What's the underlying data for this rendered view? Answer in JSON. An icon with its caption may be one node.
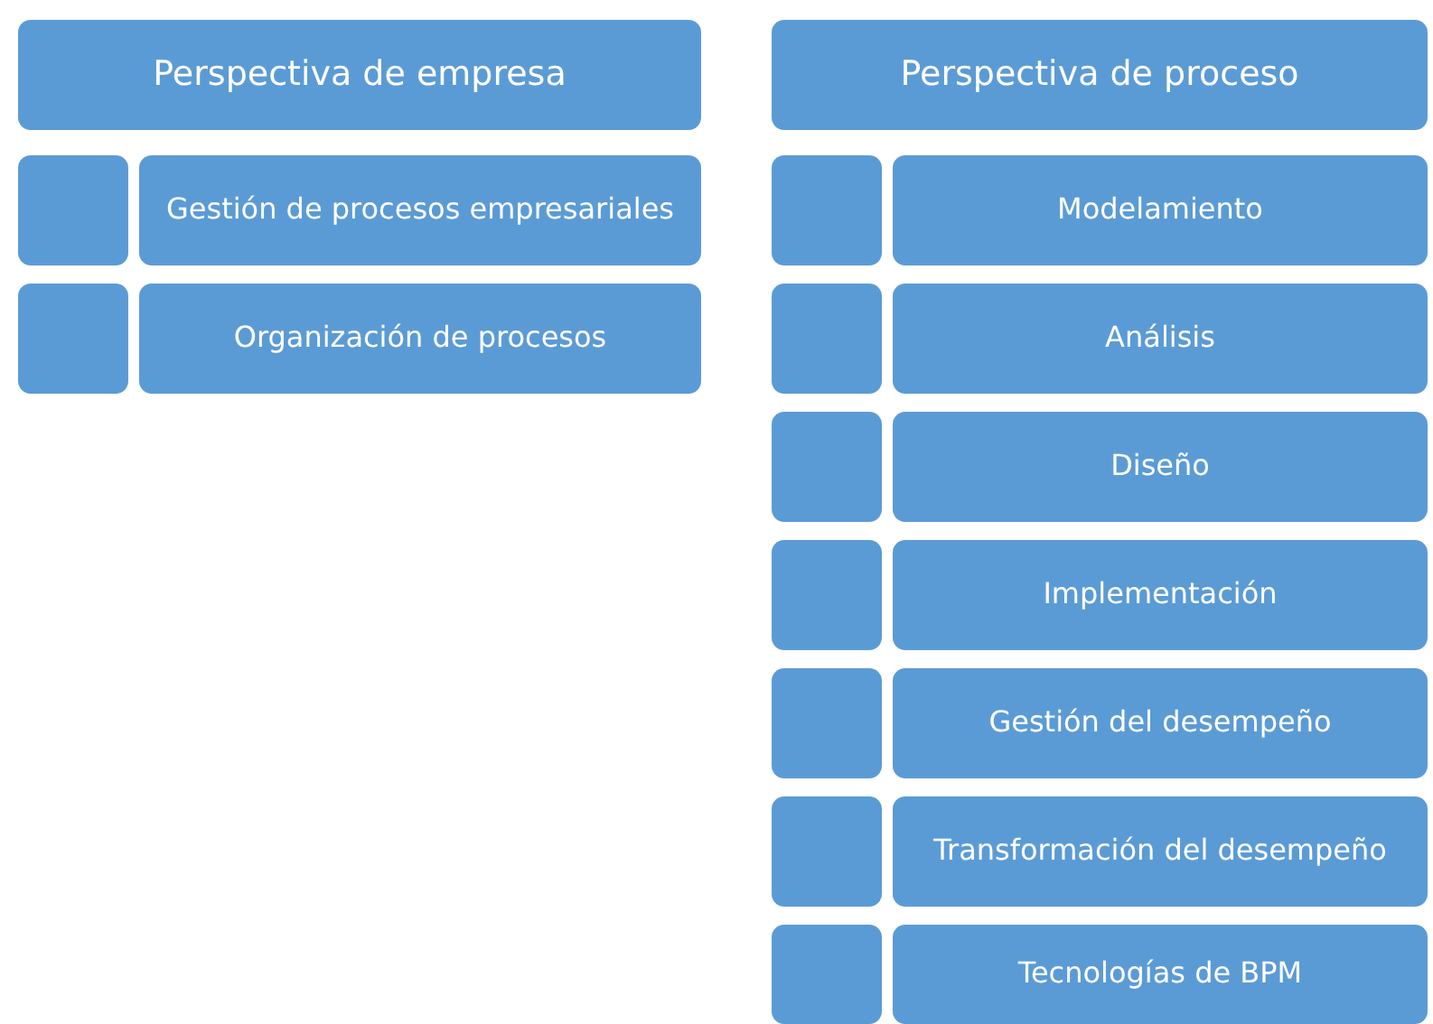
{
  "diagram": {
    "nodes": [
      {
        "text": [
          "Perspectiva de empresa"
        ]
      },
      {
        "text": [],
        "shape": "box"
      },
      {
        "text": [
          "Gestión de procesos empresariales"
        ]
      },
      {
        "text": [],
        "shape": "box"
      },
      {
        "text": [
          "Organización de procesos"
        ]
      },
      {
        "text": [
          "Perspectiva de proceso"
        ]
      },
      {
        "text": [],
        "shape": "box"
      },
      {
        "text": [
          "Modelamiento"
        ]
      },
      {
        "text": [],
        "shape": "box"
      },
      {
        "text": [
          "Análisis"
        ]
      },
      {
        "text": [],
        "shape": "box"
      },
      {
        "text": [
          "Diseño"
        ]
      },
      {
        "text": [],
        "shape": "box"
      },
      {
        "text": [
          "Implementación"
        ]
      },
      {
        "text": [],
        "shape": "box"
      },
      {
        "text": [
          "Gestión del desempeño"
        ]
      },
      {
        "text": [],
        "shape": "box"
      },
      {
        "text": [
          "Transformación del desempeño"
        ]
      },
      {
        "text": [],
        "shape": "box"
      },
      {
        "text": [
          "Tecnologías de BPM"
        ]
      }
    ]
  }
}
